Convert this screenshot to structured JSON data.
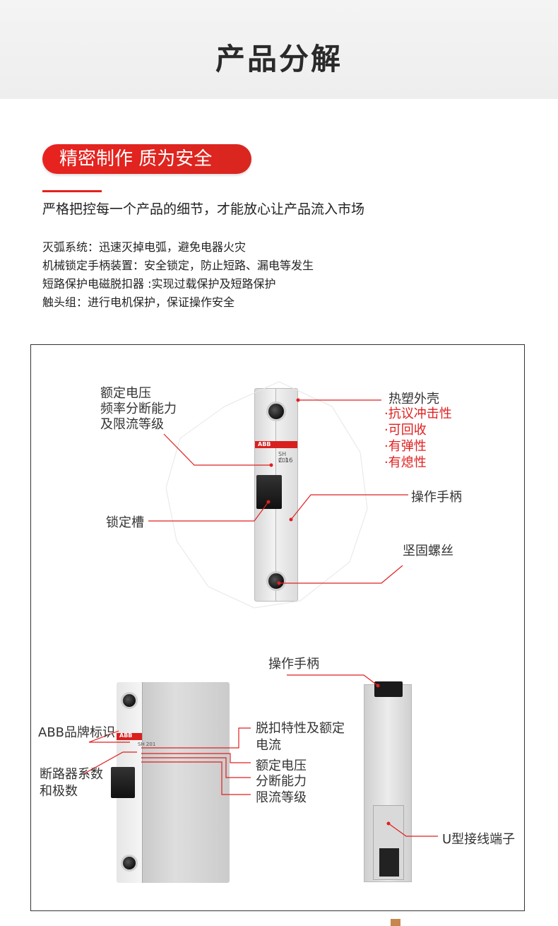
{
  "header": {
    "title": "产品分解"
  },
  "banner": {
    "pill_text": "精密制作 质为安全"
  },
  "intro": "严格把控每一个产品的细节，才能放心让产品流入市场",
  "features": [
    "灭弧系统：迅速灭掉电弧，避免电器火灾",
    "机械锁定手柄装置：安全锁定，防止短路、漏电等发生",
    "短路保护电磁脱扣器 :实现过载保护及短路保护",
    "触头组：进行电机保护，保证操作安全"
  ],
  "diagram1": {
    "label_rated": [
      "额定电压",
      "频率分断能力",
      "及限流等级"
    ],
    "label_lock_slot": "锁定槽",
    "label_housing": "热塑外壳",
    "housing_props": [
      "·抗议冲击性",
      "·可回收",
      "·有弹性",
      "·有熄性"
    ],
    "label_handle": "操作手柄",
    "label_screw": "坚固螺丝",
    "breaker_brand": "ABB",
    "breaker_model": "SH 201",
    "breaker_rating": "C 16"
  },
  "diagram2": {
    "label_handle": "操作手柄",
    "label_brand": "ABB品牌标识",
    "label_series": [
      "断路器系数",
      "和极数"
    ],
    "label_trip": [
      "脱扣特性及额定",
      "电流"
    ],
    "label_voltage": "额定电压",
    "label_breaking": "分断能力",
    "label_limit": "限流等级",
    "label_terminal": "U型接线端子",
    "breaker_brand": "ABB",
    "breaker_model": "SH 201"
  },
  "colors": {
    "accent": "#e3231e",
    "text": "#333333"
  }
}
